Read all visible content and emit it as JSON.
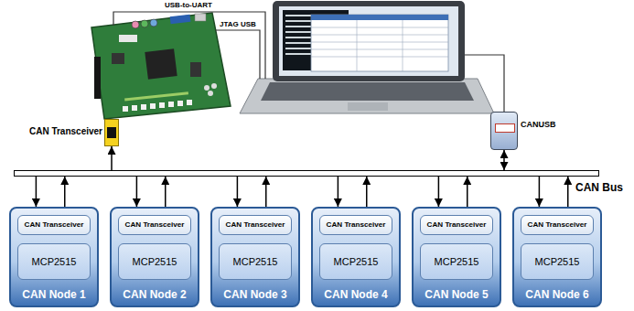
{
  "diagram": {
    "nodes": [
      {
        "text": [
          "CAN Transceiver"
        ]
      },
      {
        "text": [
          "CANUSB"
        ]
      },
      {
        "text": [
          "CAN Bus"
        ]
      },
      {
        "text": [
          "CAN Node 1"
        ]
      },
      {
        "text": [
          "CAN Transceiver"
        ],
        "in": 3
      },
      {
        "text": [
          "MCP2515"
        ],
        "in": 3
      },
      {
        "text": [
          "CAN Node 2"
        ]
      },
      {
        "text": [
          "CAN Transceiver"
        ],
        "in": 6
      },
      {
        "text": [
          "MCP2515"
        ],
        "in": 6
      },
      {
        "text": [
          "CAN Node 3"
        ]
      },
      {
        "text": [
          "CAN Transceiver"
        ],
        "in": 9
      },
      {
        "text": [
          "MCP2515"
        ],
        "in": 9
      },
      {
        "text": [
          "CAN Node 4"
        ]
      },
      {
        "text": [
          "CAN Transceiver"
        ],
        "in": 12
      },
      {
        "text": [
          "MCP2515"
        ],
        "in": 12
      },
      {
        "text": [
          "CAN Node 5"
        ]
      },
      {
        "text": [
          "CAN Transceiver"
        ],
        "in": 15
      },
      {
        "text": [
          "MCP2515"
        ],
        "in": 15
      },
      {
        "text": [
          "CAN Node 6"
        ]
      },
      {
        "text": [
          "CAN Transceiver"
        ],
        "in": 18
      },
      {
        "text": [
          "MCP2515"
        ],
        "in": 18
      }
    ],
    "edges": [
      {
        "from": 2,
        "to": 0,
        "arrow": "to"
      },
      {
        "from": 1,
        "to": 2,
        "arrow": "both"
      },
      {
        "from": 2,
        "to": 3,
        "arrow": "to"
      },
      {
        "from": 3,
        "to": 2,
        "arrow": "to"
      },
      {
        "from": 2,
        "to": 6,
        "arrow": "to"
      },
      {
        "from": 6,
        "to": 2,
        "arrow": "to"
      },
      {
        "from": 2,
        "to": 9,
        "arrow": "to"
      },
      {
        "from": 9,
        "to": 2,
        "arrow": "to"
      },
      {
        "from": 2,
        "to": 12,
        "arrow": "to"
      },
      {
        "from": 12,
        "to": 2,
        "arrow": "to"
      },
      {
        "from": 2,
        "to": 15,
        "arrow": "to"
      },
      {
        "from": 15,
        "to": 2,
        "arrow": "to"
      },
      {
        "from": 2,
        "to": 18,
        "arrow": "to"
      },
      {
        "from": 18,
        "to": 2,
        "arrow": "to"
      }
    ],
    "labels": [
      "USB-to-UART",
      "JTAG USB"
    ]
  }
}
